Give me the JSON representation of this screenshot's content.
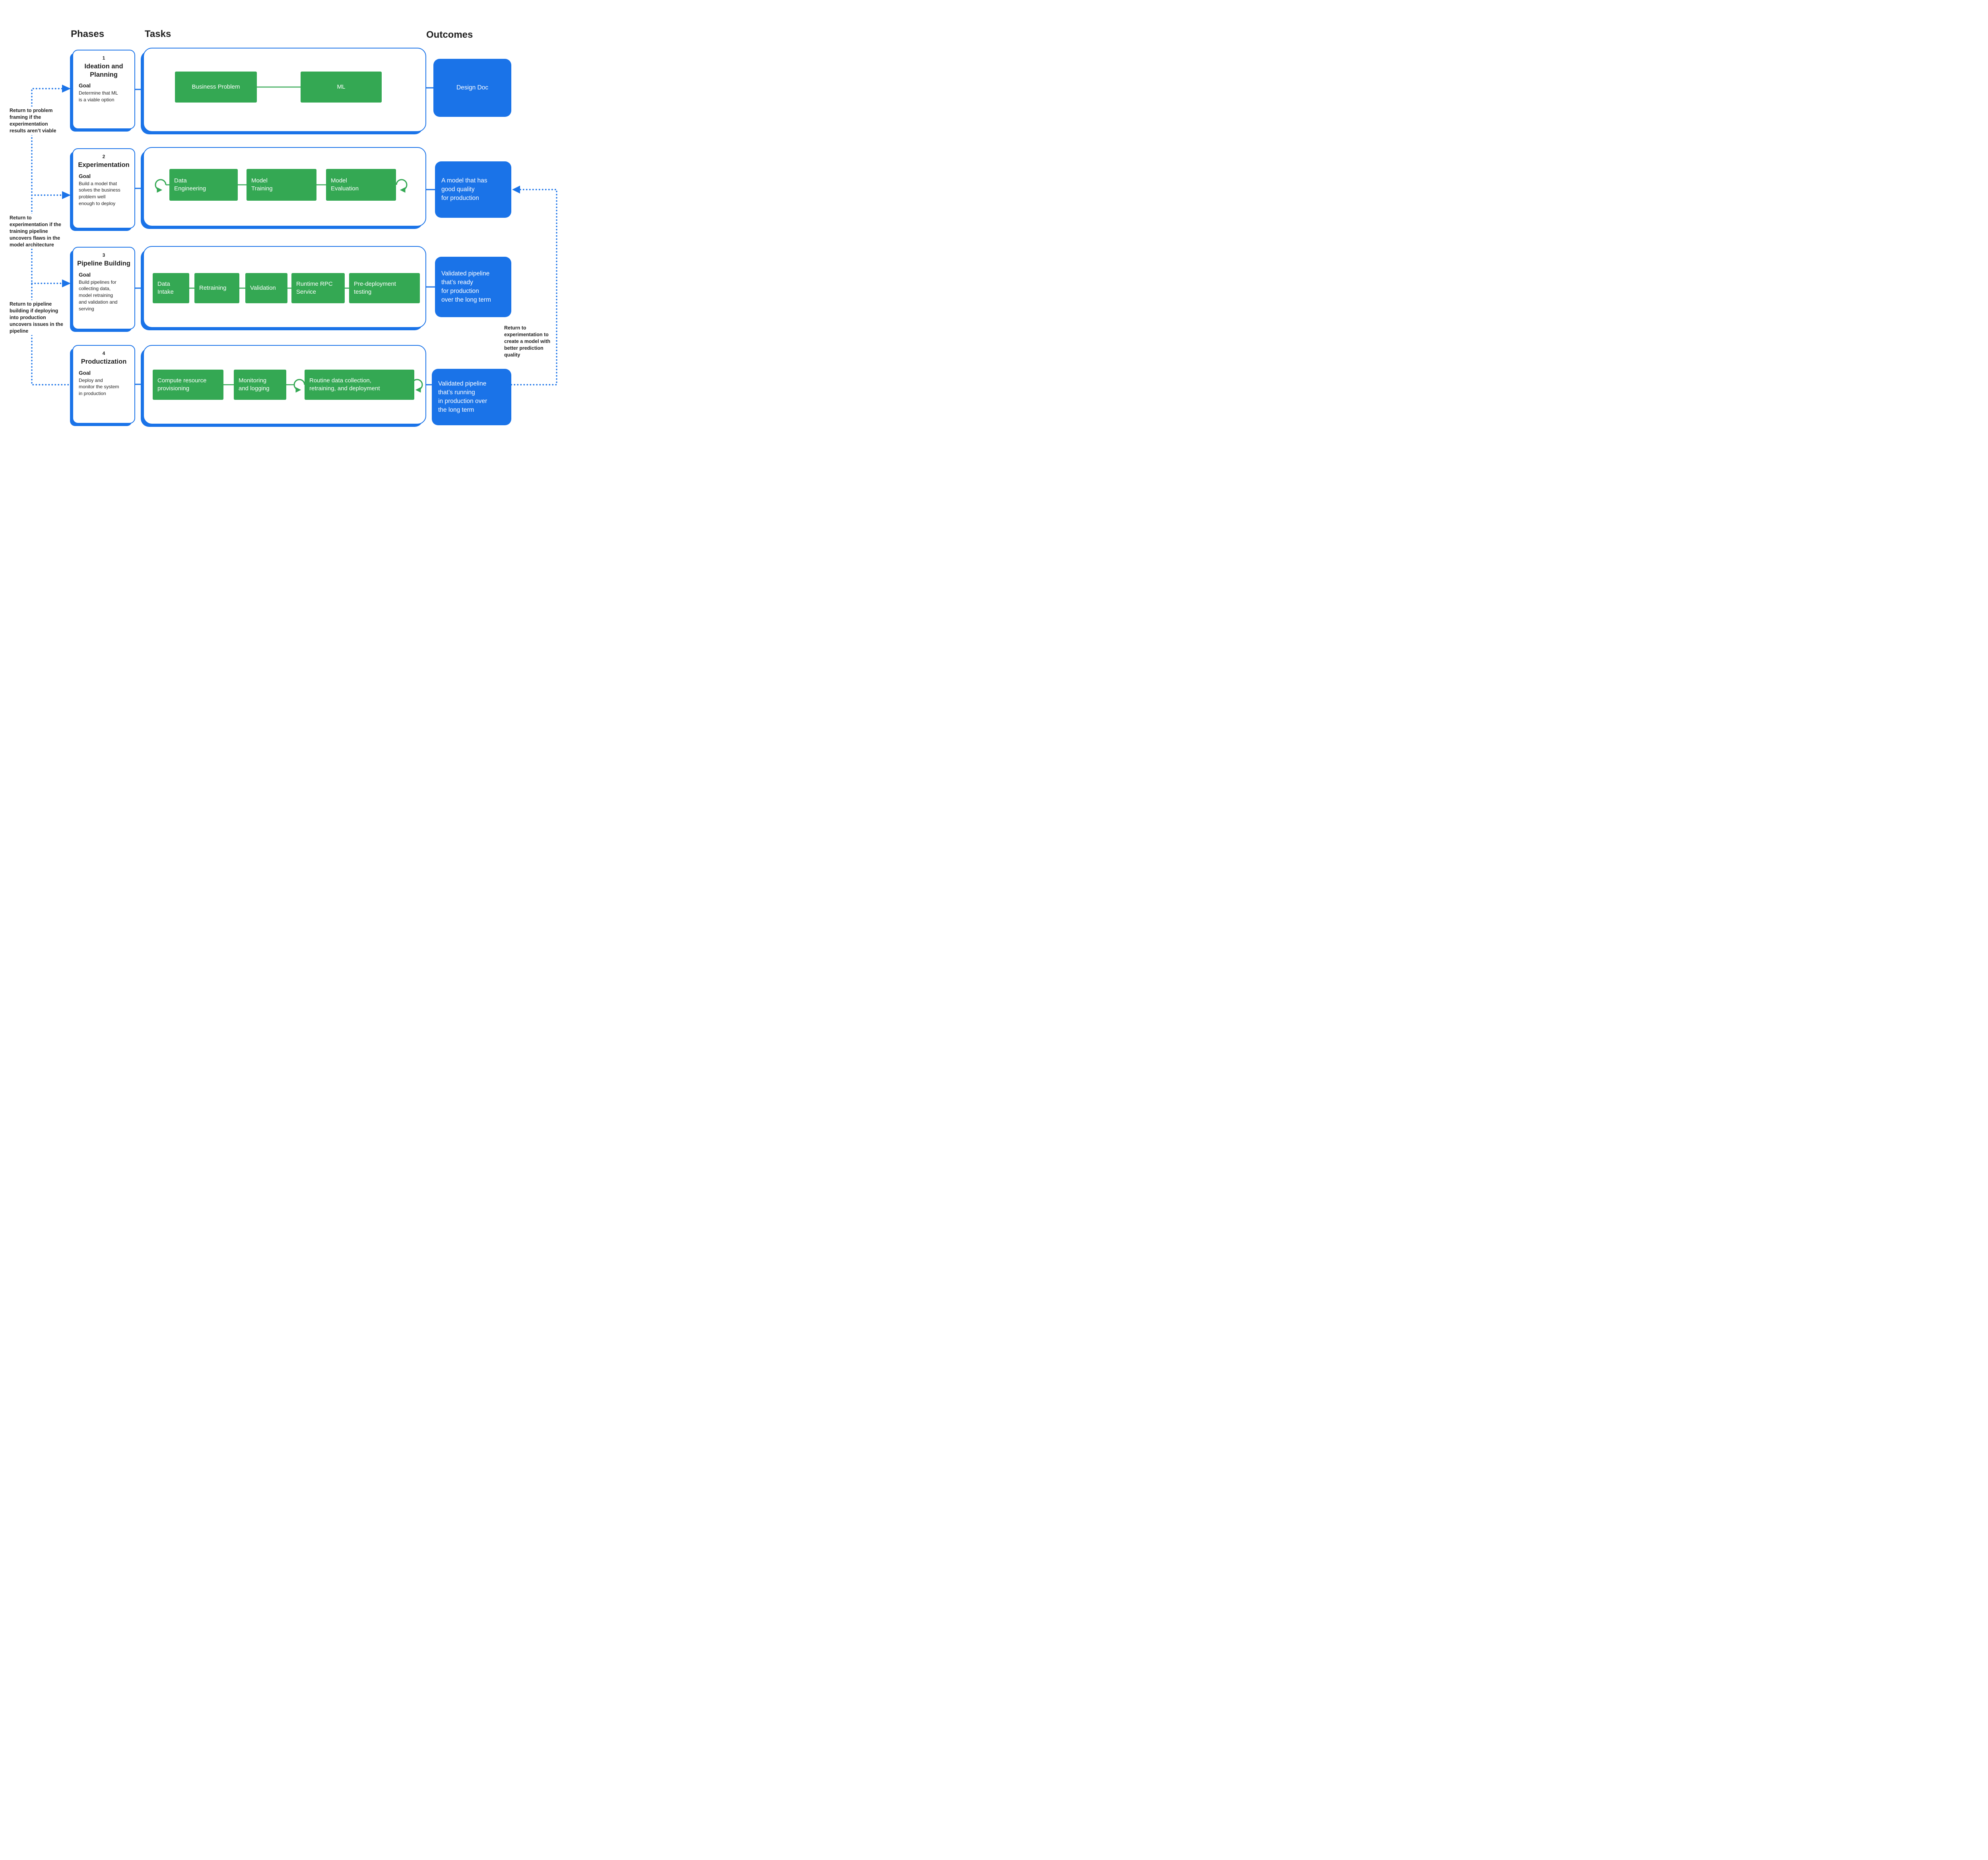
{
  "colors": {
    "accent_blue": "#1A73E8",
    "accent_green": "#34A853",
    "text": "#1F1F1F"
  },
  "columns": {
    "phases": "Phases",
    "tasks": "Tasks",
    "outcomes": "Outcomes"
  },
  "phases": [
    {
      "number": "1",
      "title": "Ideation and Planning",
      "goal_label": "Goal",
      "goal": "Determine that ML\nis a viable option",
      "tasks": [
        "Business Problem",
        "ML"
      ],
      "outcome": "Design Doc"
    },
    {
      "number": "2",
      "title": "Experimentation",
      "goal_label": "Goal",
      "goal": "Build a model that\nsolves the business\nproblem well\nenough to deploy",
      "tasks": [
        "Data\nEngineering",
        "Model\nTraining",
        "Model\nEvaluation"
      ],
      "outcome": "A model that has\ngood quality\nfor production"
    },
    {
      "number": "3",
      "title": "Pipeline Building",
      "goal_label": "Goal",
      "goal": "Build pipelines for\ncollecting data,\nmodel retraining\nand validation and\nserving",
      "tasks": [
        "Data\nIntake",
        "Retraining",
        "Validation",
        "Runtime RPC\nService",
        "Pre-deployment\ntesting"
      ],
      "outcome": "Validated pipeline\nthat’s ready\nfor production\nover the long term"
    },
    {
      "number": "4",
      "title": "Productization",
      "goal_label": "Goal",
      "goal": "Deploy and\nmonitor the system\nin production",
      "tasks": [
        "Compute resource\nprovisioning",
        "Monitoring\nand logging",
        "Routine data collection,\nretraining, and deployment"
      ],
      "outcome": "Validated pipeline\nthat’s running\nin production over\nthe long term"
    }
  ],
  "feedback_notes": {
    "to_problem_framing": "Return to problem framing if the experimentation results aren’t viable",
    "to_experimentation": "Return to experimentation if the training pipeline uncovers flaws in the model architecture",
    "to_pipeline_building": "Return to pipeline building if deploying into production uncovers issues in the pipeline",
    "to_experimentation_quality": "Return to experimentation to create a model with better prediction quality"
  }
}
